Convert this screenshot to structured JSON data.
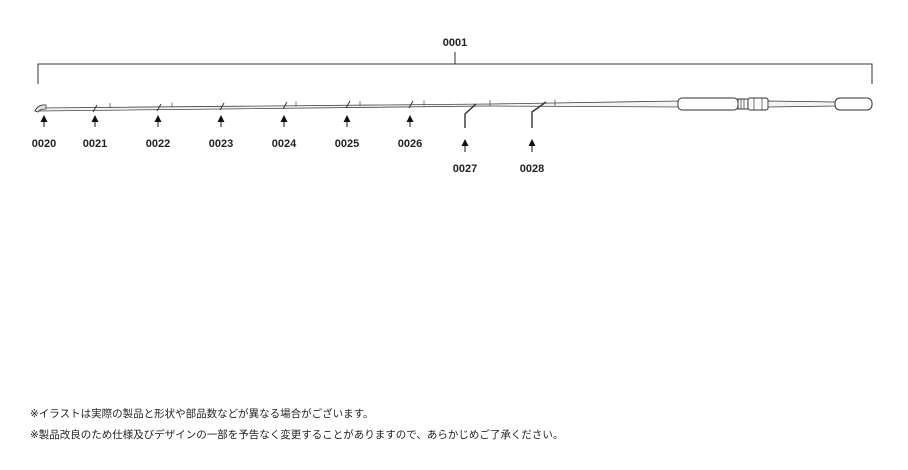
{
  "diagram": {
    "assembly_label": "0001",
    "parts": [
      {
        "label": "0020"
      },
      {
        "label": "0021"
      },
      {
        "label": "0022"
      },
      {
        "label": "0023"
      },
      {
        "label": "0024"
      },
      {
        "label": "0025"
      },
      {
        "label": "0026"
      },
      {
        "label": "0027"
      },
      {
        "label": "0028"
      }
    ]
  },
  "notes": [
    "※イラストは実際の製品と形状や部品数などが異なる場合がございます。",
    "※製品改良のため仕様及びデザインの一部を予告なく変更することがありますので、あらかじめご了承ください。"
  ]
}
